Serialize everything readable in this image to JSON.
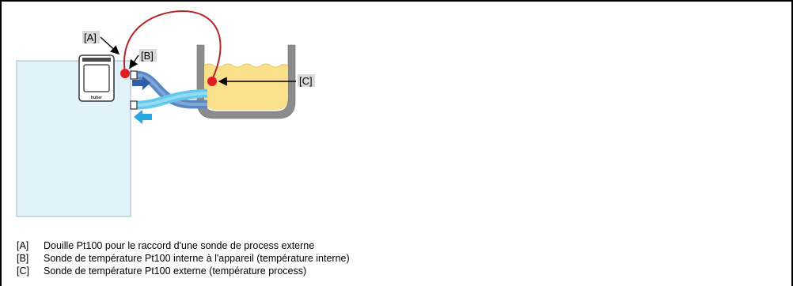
{
  "diagram": {
    "markers": [
      {
        "id": "A",
        "label": "[A]"
      },
      {
        "id": "B",
        "label": "[B]"
      },
      {
        "id": "C",
        "label": "[C]"
      }
    ],
    "device_brand": "huber"
  },
  "legend": [
    {
      "key": "[A]",
      "text": "Douille Pt100 pour le raccord d'une sonde de process externe"
    },
    {
      "key": "[B]",
      "text": "Sonde de température Pt100 interne à l'appareil (température interne)"
    },
    {
      "key": "[C]",
      "text": "Sonde de température Pt100 externe (température process)"
    }
  ],
  "colors": {
    "unit_body": "#e2f2fa",
    "unit_border": "#9fb9c6",
    "sensor": "#e31b23",
    "cable": "#b3262a",
    "fluid": "#fbe08c",
    "tank_wall": "#8c8c8c",
    "hose_return": "#5b88c3",
    "hose_supply": "#62c8ec",
    "arrow_dark": "#2f5fa8",
    "arrow_light": "#29a6de"
  }
}
